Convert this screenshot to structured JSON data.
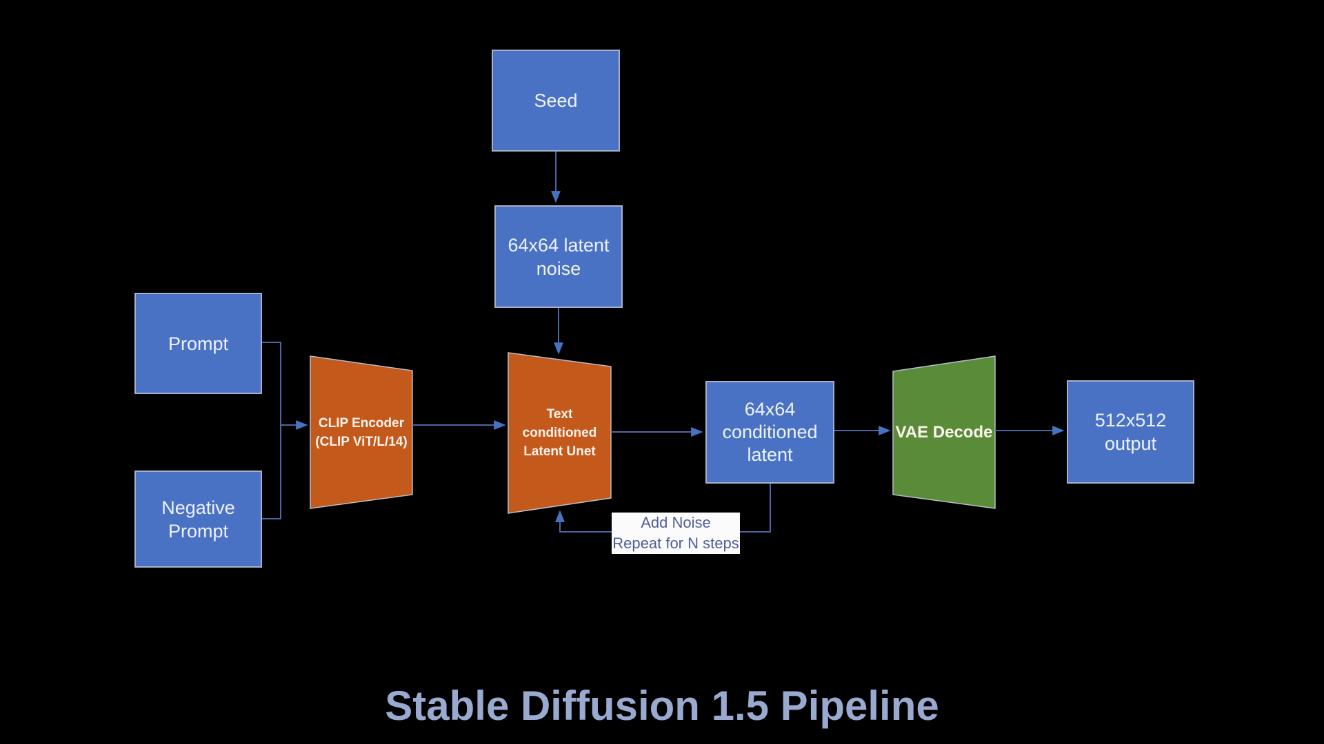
{
  "title": "Stable Diffusion 1.5 Pipeline",
  "colors": {
    "box": "#4a72c4",
    "border": "#a7b0c8",
    "orange": "#c4591c",
    "green": "#5a8b38",
    "line": "#4a67a8",
    "arrow": "#4673c1",
    "title": "#99a9cf",
    "label": "#4f5e99"
  },
  "nodes": {
    "seed": {
      "lines": [
        "Seed"
      ]
    },
    "latent_noise": {
      "lines": [
        "64x64 latent",
        "noise"
      ]
    },
    "prompt": {
      "lines": [
        "Prompt"
      ]
    },
    "negative_prompt": {
      "lines": [
        "Negative",
        "Prompt"
      ]
    },
    "clip_encoder": {
      "lines": [
        "CLIP Encoder",
        "(CLIP ViT/L/14)"
      ]
    },
    "unet": {
      "lines": [
        "Text conditioned",
        "Latent Unet"
      ]
    },
    "conditioned_latent": {
      "lines": [
        "64x64",
        "conditioned",
        "latent"
      ]
    },
    "vae_decode": {
      "lines": [
        "VAE Decode"
      ]
    },
    "output": {
      "lines": [
        "512x512",
        "output"
      ]
    },
    "loop": {
      "lines": [
        "Add Noise",
        "Repeat for N steps"
      ]
    }
  }
}
